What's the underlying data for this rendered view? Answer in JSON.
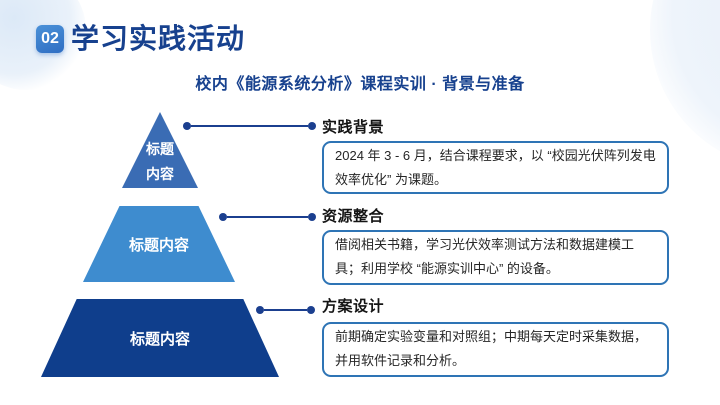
{
  "slide": {
    "badge_number": "02",
    "title": "学习实践活动",
    "subtitle": "校内《能源系统分析》课程实训 · 背景与准备"
  },
  "pyramid": {
    "levels": [
      {
        "lines": [
          "标题",
          "内容"
        ],
        "color": "#3a6cb4"
      },
      {
        "label": "标题内容",
        "color": "#3e8ccf"
      },
      {
        "label": "标题内容",
        "color": "#0f3e8c"
      }
    ]
  },
  "sections": [
    {
      "title": "实践背景",
      "body": "2024 年 3 - 6 月，结合课程要求，以 “校园光伏阵列发电效率优化” 为课题。"
    },
    {
      "title": "资源整合",
      "body": "借阅相关书籍，学习光伏效率测试方法和数据建模工具；利用学校 “能源实训中心” 的设备。"
    },
    {
      "title": "方案设计",
      "body": "前期确定实验变量和对照组；中期每天定时采集数据，并用软件记录和分析。"
    }
  ],
  "colors": {
    "accent_navy": "#17418e",
    "connector_line": "#1b3f8f",
    "box_border": "#2e74b5",
    "badge_blue": "#3578cd",
    "pyramid_top": "#3a6cb4",
    "pyramid_middle": "#3e8ccf",
    "pyramid_bottom": "#0f3e8c",
    "decoration_blue": "#e3edf8"
  }
}
